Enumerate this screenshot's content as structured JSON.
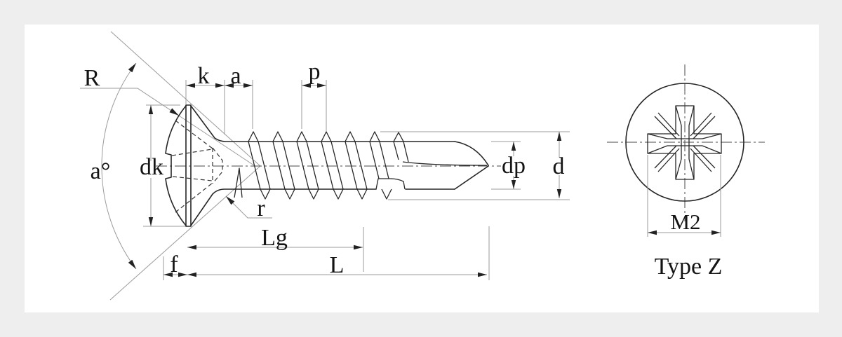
{
  "page": {
    "background_color": "#eeeeee",
    "paper_color": "#ffffff",
    "description": "Technical drawing of a self-drilling screw with raised countersunk (oval) head and Pozidriv recess; side view with dimensions and end view of recess"
  },
  "labels": {
    "head_radius": "R",
    "countersink_angle": "a°",
    "head_diameter": "dk",
    "head_height": "k",
    "thread_runout": "a",
    "thread_pitch": "p",
    "under_head_fillet": "r",
    "oval_height": "f",
    "thread_length": "Lg",
    "total_length": "L",
    "point_diameter": "dp",
    "major_diameter": "d",
    "thread_size": "M2",
    "recess_type": "Type Z"
  }
}
